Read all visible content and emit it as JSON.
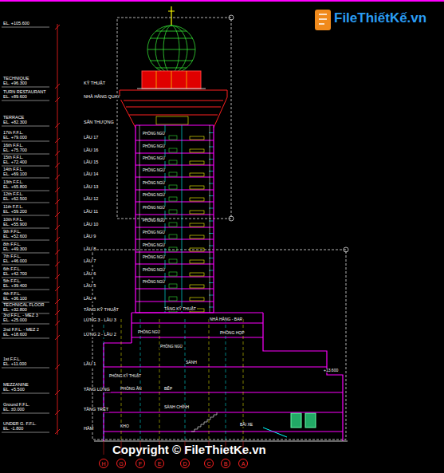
{
  "diagram": {
    "nodes": [
      {
        "text": [
          "H"
        ]
      },
      {
        "text": [
          "G"
        ]
      },
      {
        "text": [
          "F"
        ]
      },
      {
        "text": [
          "E"
        ]
      },
      {
        "text": [
          "D"
        ]
      },
      {
        "text": [
          "C"
        ]
      },
      {
        "text": [
          "B"
        ]
      },
      {
        "text": [
          "A"
        ]
      }
    ],
    "labels": [
      "EL. +105.600",
      "TECHNIQUE",
      "EL. +96.300",
      "TURN RESTAURANT",
      "EL. +89.600",
      "TERRACE",
      "EL. +82.300",
      "17th F.F.L.",
      "EL. +79.000",
      "16th F.F.L.",
      "EL. +75.700",
      "15th F.F.L.",
      "EL. +72.400",
      "14th F.F.L.",
      "EL. +69.100",
      "13th F.F.L.",
      "EL. +65.800",
      "12th F.F.L.",
      "EL. +62.500",
      "11th F.F.L.",
      "EL. +59.200",
      "10th F.F.L.",
      "EL. +55.900",
      "9th F.F.L.",
      "EL. +52.600",
      "8th F.F.L.",
      "EL. +49.300",
      "7th F.F.L.",
      "EL. +46.000",
      "6th F.F.L.",
      "EL. +42.700",
      "5th F.F.L.",
      "EL. +39.400",
      "4th F.F.L.",
      "EL. +36.100",
      "TECHNICAL FLOOR",
      "EL. +32.800",
      "3rd F.F.L. - MEZ 3",
      "EL. +25.000",
      "2nd F.F.L. - MEZ 2",
      "EL. +18.600",
      "1st F.F.L.",
      "EL. +11.000",
      "MEZZANINE",
      "EL. +5.500",
      "Ground F.F.L.",
      "EL. ±0.000",
      "UNDER G. F.F.L.",
      "EL. -1.800",
      "KỸ THUẬT",
      "NHÀ HÀNG QUAY",
      "SÂN THƯỢNG",
      "LẦU 17",
      "LẦU 16",
      "LẦU 15",
      "LẦU 14",
      "LẦU 13",
      "LẦU 12",
      "LẦU 11",
      "LẦU 10",
      "LẦU 9",
      "LẦU 8",
      "LẦU 7",
      "LẦU 6",
      "LẦU 5",
      "LẦU 4",
      "TẦNG KỸ THUẬT",
      "LỬNG 3 - LẦU 3",
      "LỬNG 2 - LẦU 2",
      "LẦU 1",
      "TẦNG LỬNG",
      "TẦNG TRỆT",
      "HẦM",
      "PHÒNG NGỦ",
      "PHÒNG NGỦ",
      "PHÒNG NGỦ",
      "PHÒNG NGỦ",
      "PHÒNG NGỦ",
      "PHÒNG NGỦ",
      "PHÒNG NGỦ",
      "PHÒNG NGỦ",
      "PHÒNG NGỦ",
      "PHÒNG NGỦ",
      "PHÒNG NGỦ",
      "PHÒNG NGỦ",
      "PHÒNG NGỦ",
      "TẦNG KỸ THUẬT",
      "NHÀ HÀNG - BAR",
      "PHÒNG HỌP",
      "PHÒNG NGỦ",
      "PHÒNG NGỦ",
      "SẢNH",
      "PHÒNG KỸ THUẬT",
      "PHÒNG ĂN",
      "BẾP",
      "KHO",
      "SẢNH CHÍNH",
      "BÃI XE",
      "+13.600",
      "Copyright © FileThietKe.vn",
      "FileThiếtKế.vn"
    ]
  }
}
